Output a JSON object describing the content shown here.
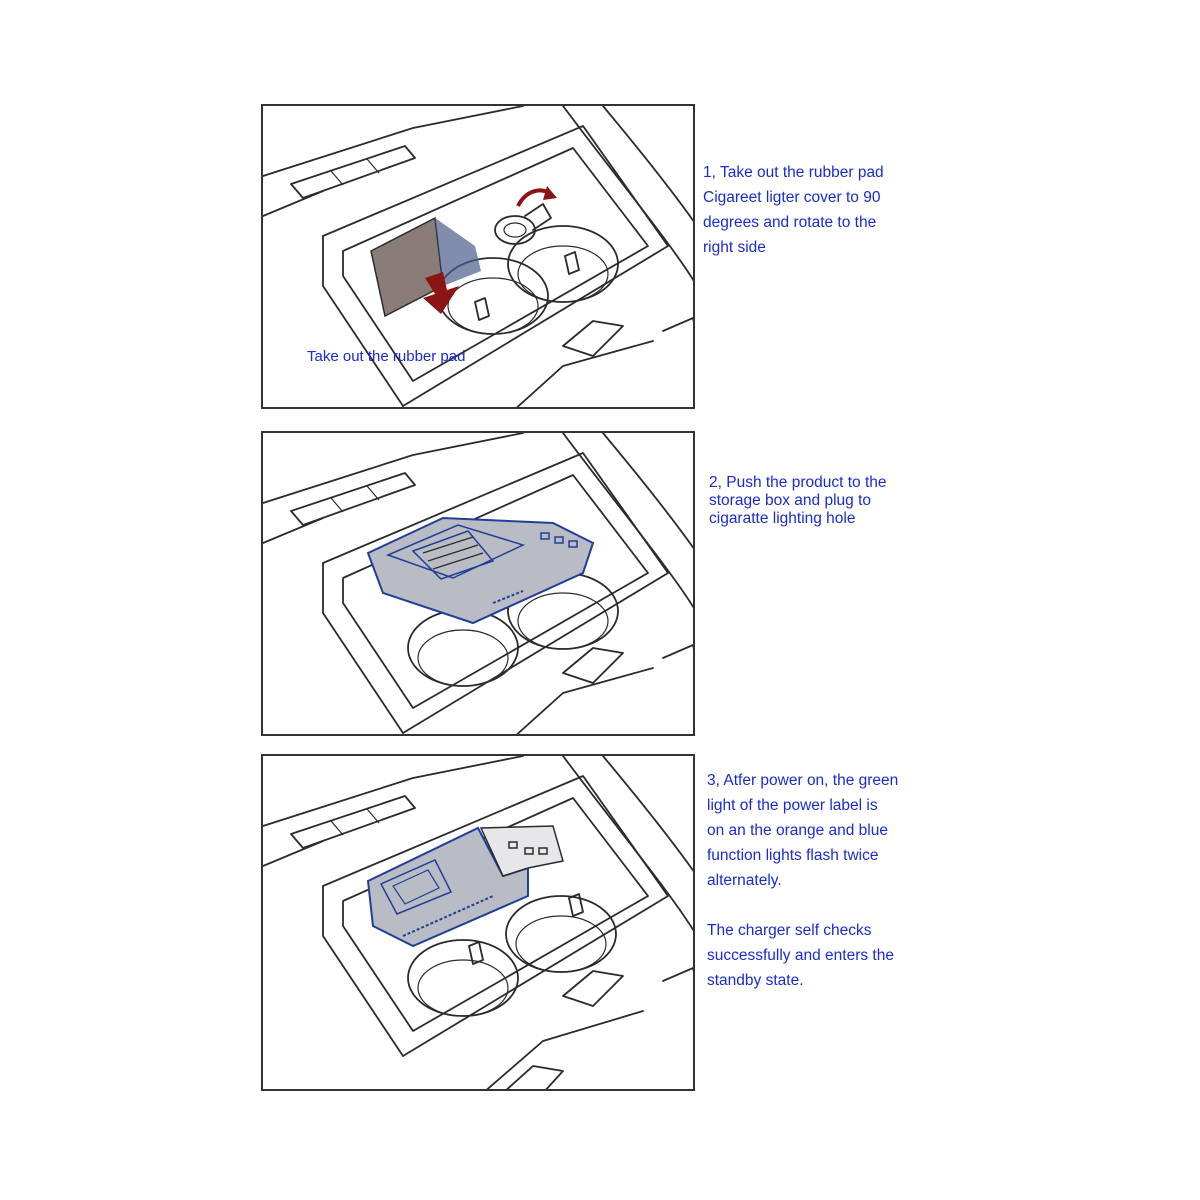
{
  "steps": [
    {
      "caption": "1, Take out the rubber pad\n   Cigareet ligter cover to 90\n   degrees and rotate to the\n   right side",
      "inline_label": "Take out the rubber pad"
    },
    {
      "caption": "2, Push the product to the\n   storage box and plug to\n   cigaratte lighting hole"
    },
    {
      "caption": "3, Atfer power on, the green\n   light of the power label is\n   on an the orange and blue\n   function lights flash twice\n   alternately.\n\n   The charger self checks\n   successfully and enters the\n   standby state."
    }
  ],
  "colors": {
    "caption_text": "#1a2bd0",
    "rubber_pad": "#8a7d79",
    "arrow": "#8b1414",
    "charger_fill": "#b9bcc4",
    "charger_outline": "#1f3f9a"
  }
}
